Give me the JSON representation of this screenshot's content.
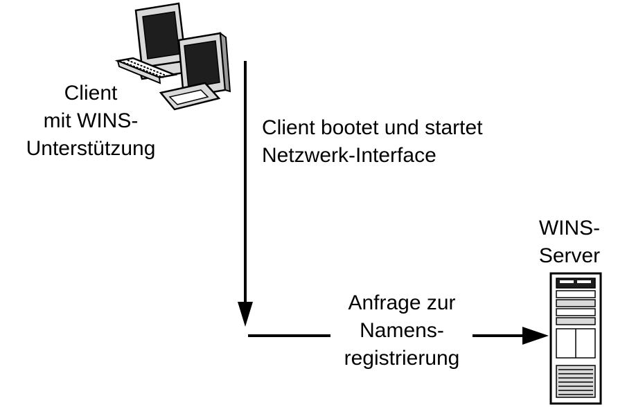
{
  "colors": {
    "ink": "#000000",
    "background": "#ffffff",
    "device_gray": "#d9d9d9",
    "screen_dark": "#1e1e1e"
  },
  "client": {
    "icon": "client-computer-icon",
    "label_lines": [
      "Client",
      "mit WINS-",
      "Unterstützung"
    ]
  },
  "step_boot": {
    "label_lines": [
      "Client bootet und startet",
      "Netzwerk-Interface"
    ]
  },
  "request": {
    "label_lines": [
      "Anfrage zur",
      "Namens-",
      "registrierung"
    ]
  },
  "server": {
    "icon": "wins-server-tower-icon",
    "label_lines": [
      "WINS-",
      "Server"
    ]
  }
}
